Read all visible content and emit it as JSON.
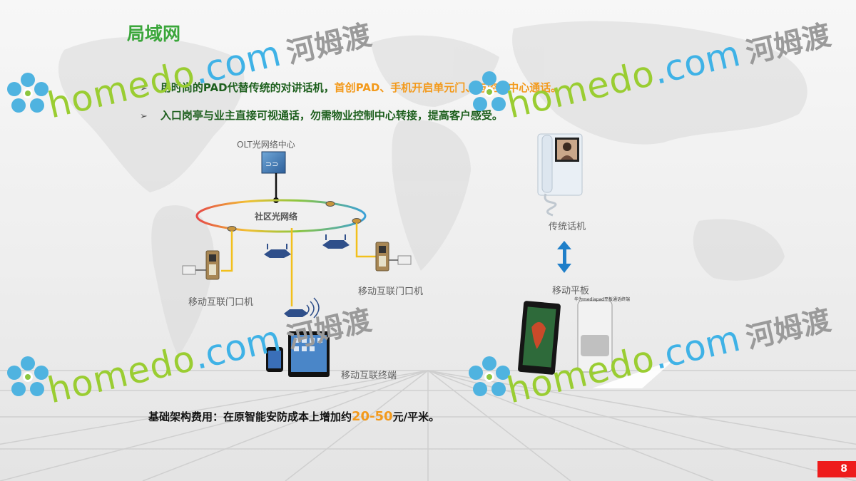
{
  "slide": {
    "title": "局域网",
    "bullets": [
      {
        "marker": "➢",
        "text": "用时尚的PAD代替传统的对讲话机，",
        "highlight": "首创PAD、手机开启单元门、与控制中心通话。"
      },
      {
        "marker": "➢",
        "text": "入口岗亭与业主直接可视通话，勿需物业控制中心转接，提高客户感受。",
        "highlight": ""
      }
    ],
    "cost": {
      "prefix": "基础架构费用：在原智能安防成本上增加约",
      "highlight": "20-50",
      "suffix": "元/平米。"
    },
    "page_number": "8"
  },
  "diagram": {
    "olt_label": "OLT光网络中心",
    "ring_label": "社区光网络",
    "door_left_label": "移动互联门口机",
    "door_right_label": "移动互联门口机",
    "terminal_label": "移动互联终端",
    "legacy_phone_label": "传统话机",
    "tablet_label": "移动平板",
    "tablet_caption": "华为mediapad平板通话终端"
  },
  "watermark": {
    "brand": "homedo",
    "domain": ".com",
    "cn": "河姆渡"
  },
  "colors": {
    "title_green": "#3aa63a",
    "bullet_green": "#1d5f1d",
    "highlight_orange": "#f39a1c",
    "page_red": "#ee1c1c",
    "arrow_blue": "#1f7fc9"
  }
}
